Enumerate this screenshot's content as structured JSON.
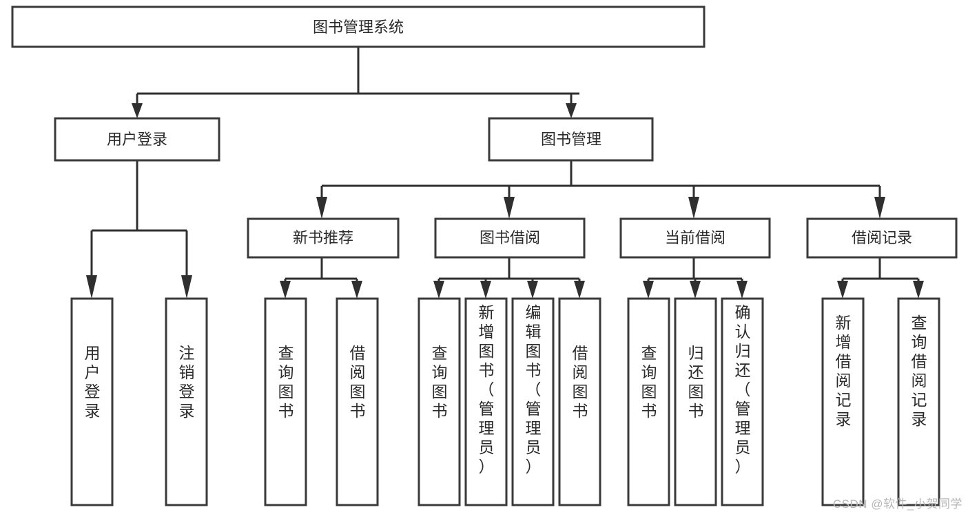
{
  "diagram": {
    "type": "tree-hierarchy",
    "title": "图书管理系统",
    "root": {
      "id": "root",
      "label": "图书管理系统",
      "orientation": "horizontal"
    },
    "level1": [
      {
        "id": "user-login",
        "label": "用户登录",
        "orientation": "horizontal"
      },
      {
        "id": "book-management",
        "label": "图书管理",
        "orientation": "horizontal"
      }
    ],
    "level2": [
      {
        "id": "new-book-recommend",
        "label": "新书推荐",
        "orientation": "horizontal",
        "parent": "book-management"
      },
      {
        "id": "book-borrow",
        "label": "图书借阅",
        "orientation": "horizontal",
        "parent": "book-management"
      },
      {
        "id": "current-borrow",
        "label": "当前借阅",
        "orientation": "horizontal",
        "parent": "book-management"
      },
      {
        "id": "borrow-record",
        "label": "借阅记录",
        "orientation": "horizontal",
        "parent": "book-management"
      }
    ],
    "leaves": {
      "user-login": [
        {
          "id": "leaf-user-login",
          "label": "用户登录",
          "orientation": "vertical"
        },
        {
          "id": "leaf-logout-login",
          "label": "注销登录",
          "orientation": "vertical"
        }
      ],
      "new-book-recommend": [
        {
          "id": "leaf-query-book-1",
          "label": "查询图书",
          "orientation": "vertical"
        },
        {
          "id": "leaf-borrow-book-1",
          "label": "借阅图书",
          "orientation": "vertical"
        }
      ],
      "book-borrow": [
        {
          "id": "leaf-query-book-2",
          "label": "查询图书",
          "orientation": "vertical"
        },
        {
          "id": "leaf-add-book-admin",
          "label": "新增图书（管理员）",
          "orientation": "vertical"
        },
        {
          "id": "leaf-edit-book-admin",
          "label": "编辑图书（管理员）",
          "orientation": "vertical"
        },
        {
          "id": "leaf-borrow-book-2",
          "label": "借阅图书",
          "orientation": "vertical"
        }
      ],
      "current-borrow": [
        {
          "id": "leaf-query-book-3",
          "label": "查询图书",
          "orientation": "vertical"
        },
        {
          "id": "leaf-return-book",
          "label": "归还图书",
          "orientation": "vertical"
        },
        {
          "id": "leaf-confirm-return-admin",
          "label": "确认归还（管理员）",
          "orientation": "vertical"
        }
      ],
      "borrow-record": [
        {
          "id": "leaf-add-borrow-record",
          "label": "新增借阅记录",
          "orientation": "vertical"
        },
        {
          "id": "leaf-query-borrow-record",
          "label": "查询借阅记录",
          "orientation": "vertical"
        }
      ]
    }
  },
  "colors": {
    "background": "#ffffff",
    "box_fill": "#ffffff",
    "box_stroke": "#3a3a3a",
    "connector": "#2f2f2f",
    "text": "#2b2b2b",
    "watermark": "#b6b6b6"
  },
  "watermark": {
    "text": "CSDN @软件_小贺同学"
  }
}
